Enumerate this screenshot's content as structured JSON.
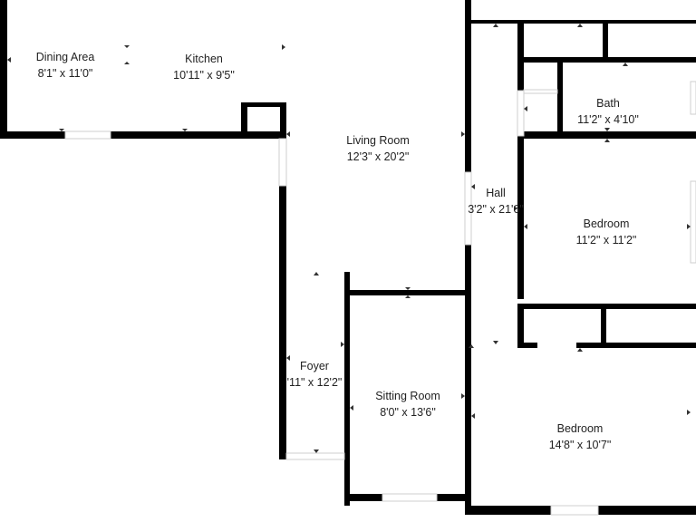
{
  "rooms": {
    "dining": {
      "name": "Dining Area",
      "dims": "8'1\" x 11'0\""
    },
    "kitchen": {
      "name": "Kitchen",
      "dims": "10'11\" x 9'5\""
    },
    "living": {
      "name": "Living Room",
      "dims": "12'3\" x 20'2\""
    },
    "hall": {
      "name": "Hall",
      "dims": "3'2\" x 21'6\""
    },
    "bath": {
      "name": "Bath",
      "dims": "11'2\" x 4'10\""
    },
    "bedroom1": {
      "name": "Bedroom",
      "dims": "11'2\" x 11'2\""
    },
    "foyer": {
      "name": "Foyer",
      "dims": "'11\" x 12'2\""
    },
    "sitting": {
      "name": "Sitting Room",
      "dims": "8'0\" x 13'6\""
    },
    "bedroom2": {
      "name": "Bedroom",
      "dims": "14'8\" x 10'7\""
    }
  },
  "colors": {
    "wall": "#000000",
    "background": "#ffffff",
    "window": "#d9d9d9",
    "text": "#222222"
  }
}
